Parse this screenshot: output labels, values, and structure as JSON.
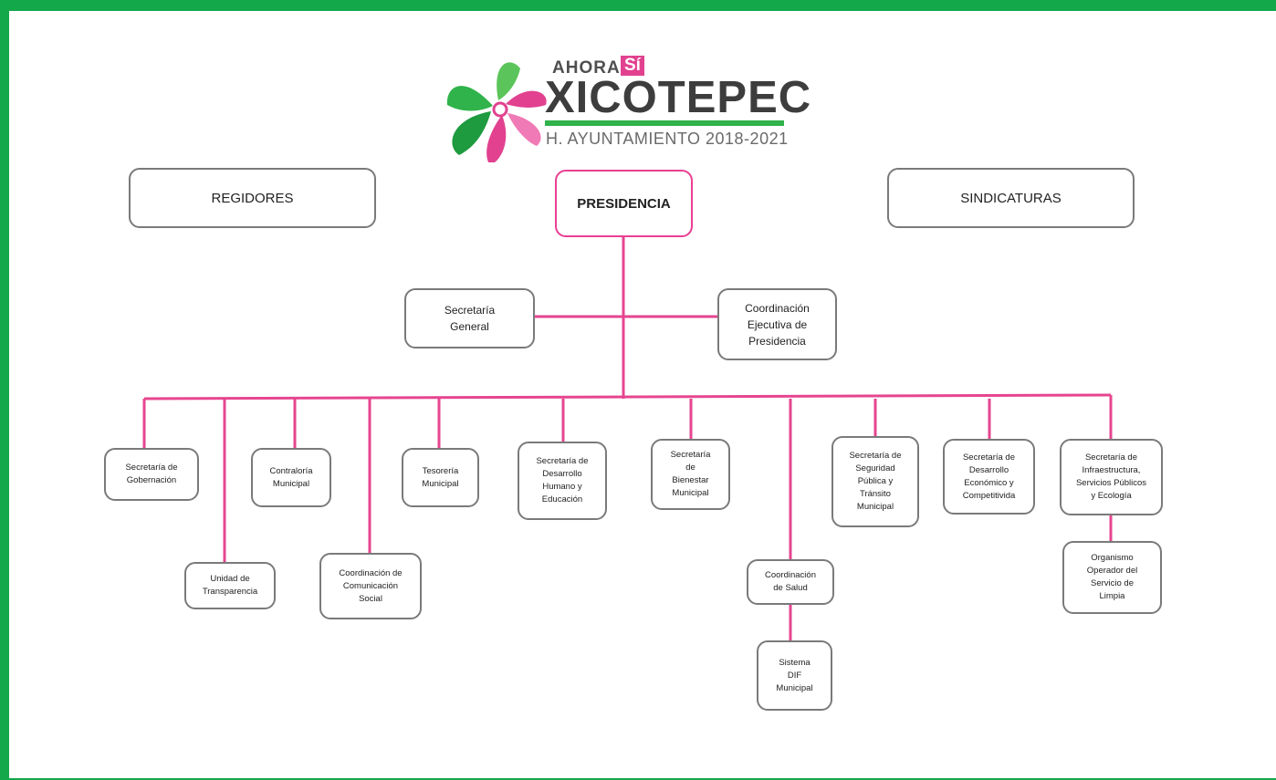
{
  "logo": {
    "ahora": "AHORA",
    "si": "Sí",
    "city": "XICOTEPEC",
    "subtitle": "H. AYUNTAMIENTO 2018-2021"
  },
  "top": {
    "regidores": "REGIDORES",
    "presidencia": "PRESIDENCIA",
    "sindicaturas": "SINDICATURAS"
  },
  "level2": {
    "secretaria_general": "Secretaría\nGeneral",
    "coordinacion_ejecutiva": "Coordinación\nEjecutiva de\nPresidencia"
  },
  "level3": {
    "gobernacion": "Secretaría de\nGobernación",
    "transparencia": "Unidad de\nTransparencia",
    "contraloria": "Contraloría\nMunicipal",
    "comunicacion": "Coordinación de\nComunicación\nSocial",
    "tesoreria": "Tesorería\nMunicipal",
    "desarrollo_humano": "Secretaría de\nDesarrollo\nHumano y\nEducación",
    "bienestar": "Secretaría\nde\nBienestar\nMunicipal",
    "salud": "Coordinación\nde Salud",
    "dif": "Sistema\nDIF\nMunicipal",
    "seguridad": "Secretaría de\nSeguridad\nPública y\nTránsito\nMunicipal",
    "desarrollo_economico": "Secretaría de\nDesarrollo\nEconómico y\nCompetitivida",
    "infraestructura": "Secretaría de\nInfraestructura,\nServicios Públicos\ny Ecología",
    "limpia": "Organismo\nOperador del\nServicio de\nLimpia"
  },
  "colors": {
    "frame": "#13a84a",
    "connector": "#e6458f",
    "box_border": "#7a7a7a",
    "presidencia_border": "#ea3f92"
  }
}
